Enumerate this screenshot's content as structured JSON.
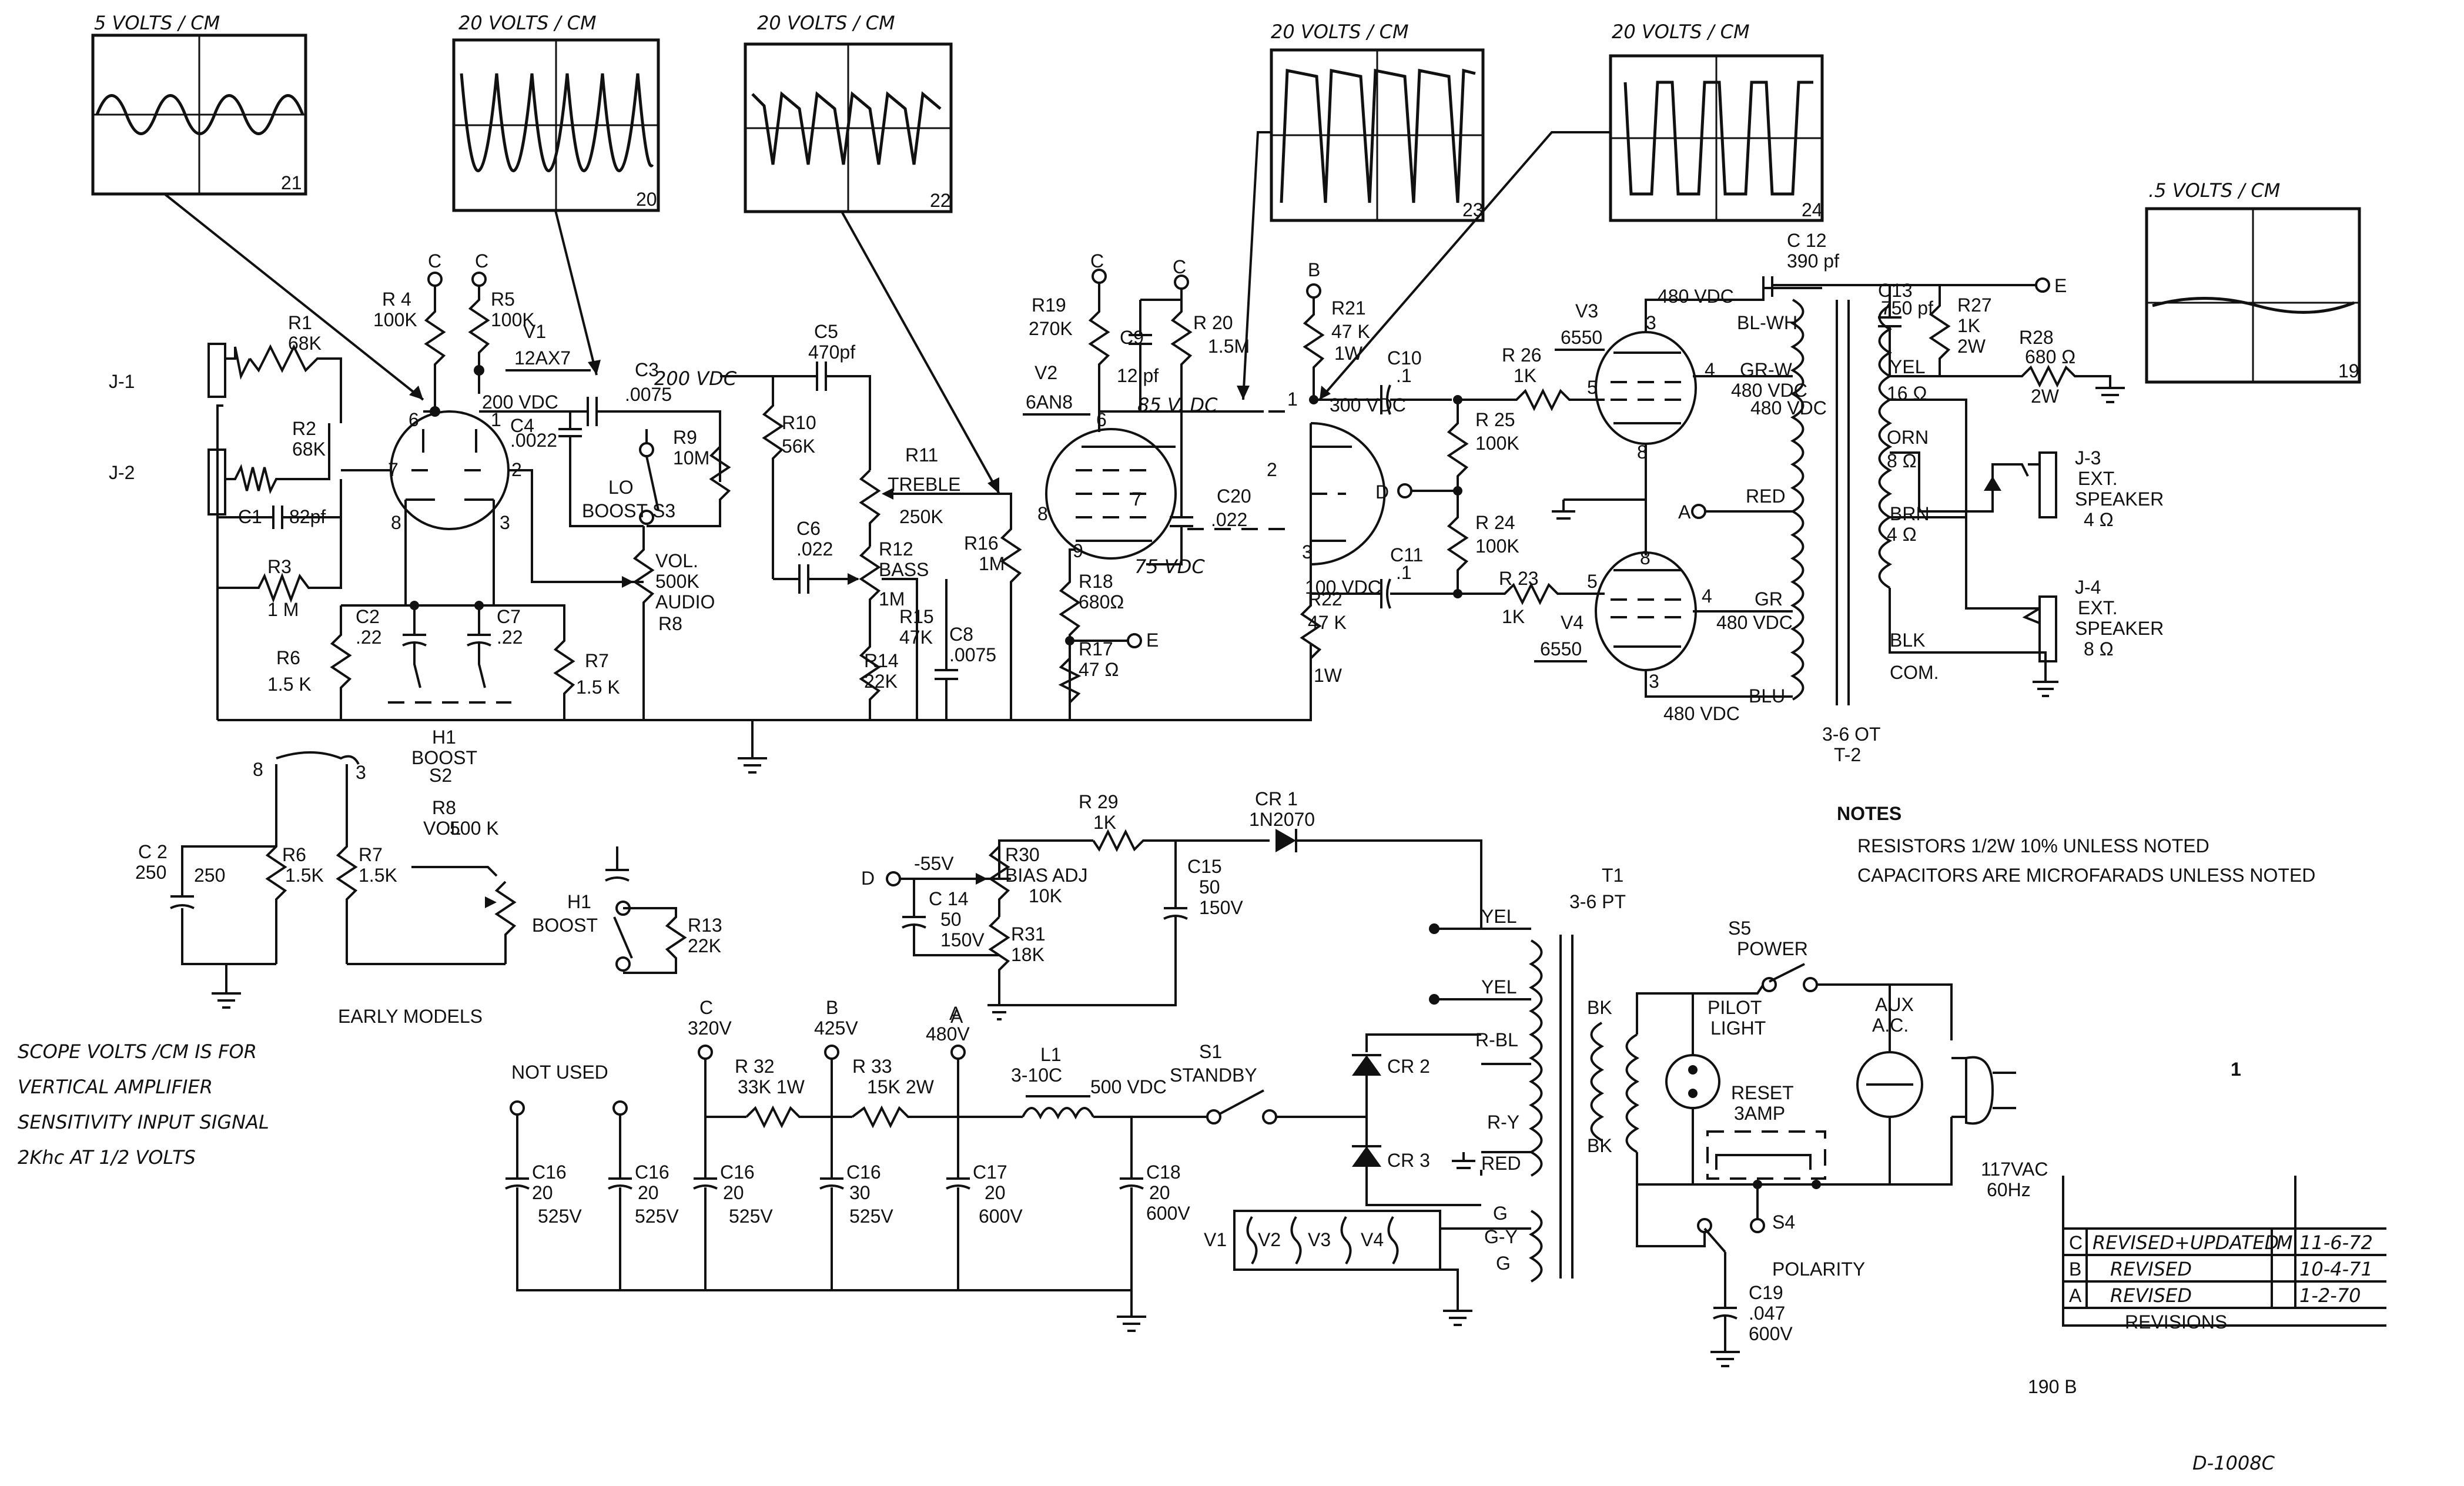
{
  "scopes": [
    {
      "id": "scope21",
      "label": "5 VOLTS / CM",
      "num": "21"
    },
    {
      "id": "scope20",
      "label": "20 VOLTS / CM",
      "num": "20"
    },
    {
      "id": "scope22",
      "label": "20 VOLTS / CM",
      "num": "22"
    },
    {
      "id": "scope23",
      "label": "20 VOLTS / CM",
      "num": "23"
    },
    {
      "id": "scope24",
      "label": "20 VOLTS / CM",
      "num": "24"
    },
    {
      "id": "scope19",
      "label": ".5 VOLTS / CM",
      "num": "19"
    }
  ],
  "preamp": {
    "j1": "J-1",
    "j2": "J-2",
    "r1": "R1",
    "r1v": "68K",
    "r2": "R2",
    "r2v": "68K",
    "c1": "C1",
    "c1v": "82pf",
    "r3": "R3",
    "r3v": "1 M",
    "r4": "R 4",
    "r4v": "100K",
    "r5": "R5",
    "r5v": "100K",
    "c_top1": "C",
    "c_top2": "C",
    "v1": "V1",
    "v1type": "12AX7",
    "pin6": "6",
    "pin1": "1",
    "pin7": "7",
    "pin2": "2",
    "pin8": "8",
    "pin3": "3",
    "c3": "C3",
    "c3v": ".0075",
    "c4": "C4",
    "c4v": ".0022",
    "v200a": "200 VDC",
    "v200b": "200 VDC",
    "r9": "R9",
    "r9v": "10M",
    "lo": "LO",
    "boost": "BOOST",
    "s3": "S3",
    "vol": "VOL.",
    "volv": "500K",
    "audio": "AUDIO",
    "r8": "R8",
    "c2": "C2",
    "c2v": ".22",
    "c7": "C7",
    "c7v": ".22",
    "r6": "R6",
    "r6v": "1.5 K",
    "r7": "R7",
    "r7v": "1.5 K",
    "h1": "H1",
    "h1boost": "BOOST",
    "s2": "S2"
  },
  "tone": {
    "c5": "C5",
    "c5v": "470pf",
    "r10": "R10",
    "r10v": "56K",
    "r11": "R11",
    "treble": "TREBLE",
    "r11v": "250K",
    "c6": "C6",
    "c6v": ".022",
    "r12": "R12",
    "bass": "BASS",
    "r12v": "1M",
    "r15": "R15",
    "r15v": "47K",
    "r14": "R14",
    "r14v": "22K",
    "c8": "C8",
    "c8v": ".0075",
    "r16": "R16",
    "r16v": "1M"
  },
  "driver": {
    "v2": "V2",
    "v2type": "6AN8",
    "c_a": "C",
    "c_b": "C",
    "b": "B",
    "r19": "R19",
    "r19v": "270K",
    "c9": "C9",
    "c9v": "12 pf",
    "r20": "R 20",
    "r20v": "1.5M",
    "v85": "85 V. DC",
    "v75": "75 VDC",
    "c20": "C20",
    "c20v": ".022",
    "pin6": "6",
    "pin7": "7",
    "pin8": "8",
    "pin9": "9",
    "pin2": "2",
    "pin1": "1",
    "pin3": "3",
    "r18": "R18",
    "r18v": "680Ω",
    "r17": "R17",
    "r17v": "47 Ω",
    "e": "E",
    "r21": "R21",
    "r21v": "47 K",
    "r21w": "1W",
    "v300": "300 VDC",
    "r22": "R22",
    "r22v": "47 K",
    "r22w": "1W",
    "v100": "100 VDC",
    "c10": "C10",
    "c10v": ".1",
    "c11": "C11",
    "c11v": ".1",
    "d": "D",
    "r25": "R 25",
    "r25v": "100K",
    "r24": "R 24",
    "r24v": "100K"
  },
  "output": {
    "v3": "V3",
    "v3type": "6550",
    "v4": "V4",
    "v4type": "6550",
    "r26": "R 26",
    "r26v": "1K",
    "r23": "R 23",
    "r23v": "1K",
    "v480a": "480 VDC",
    "v480b": "480 VDC",
    "v480c": "480 VDC",
    "v480d": "480 VDC",
    "pin3a": "3",
    "pin4a": "4",
    "pin5a": "5",
    "pin8a": "8",
    "pin3b": "3",
    "pin4b": "4",
    "pin5b": "5",
    "pin8b": "8",
    "a": "A",
    "blwh": "BL-WH",
    "grw": "GR-W",
    "red": "RED",
    "gr": "GR",
    "blu": "BLU",
    "c12": "C 12",
    "c12v": "390 pf",
    "c13": "C13",
    "c13v": "750 pf",
    "r27": "R27",
    "r27v": "1K",
    "r27w": "2W",
    "r28": "R28",
    "r28v": "680 Ω",
    "r28w": "2W",
    "yel": "YEL",
    "ohm16": "16 Ω",
    "orn": "ORN",
    "ohm8": "8 Ω",
    "brn": "BRN",
    "ohm4": "4 Ω",
    "blk": "BLK",
    "com": "COM.",
    "e": "E",
    "j3": "J-3",
    "j3a": "EXT.",
    "j3b": "SPEAKER",
    "j3c": "4 Ω",
    "j4": "J-4",
    "j4a": "EXT.",
    "j4b": "SPEAKER",
    "j4c": "8 Ω",
    "t2a": "3-6 OT",
    "t2b": "T-2"
  },
  "early": {
    "pin8": "8",
    "pin3": "3",
    "c2": "C 2",
    "c2v": "250",
    "r6": "R6",
    "r6v": "1.5K",
    "r7": "R7",
    "r7v": "1.5K",
    "r8": "R8",
    "vol": "VOL",
    "r8v": "500 K",
    "h1": "H1",
    "boost": "BOOST",
    "r13": "R13",
    "r13v": "22K",
    "caption": "EARLY MODELS"
  },
  "bias": {
    "d": "D",
    "neg55": "-55V",
    "c14": "C 14",
    "c14v": "50",
    "c14w": "150V",
    "r30": "R30",
    "r30a": "BIAS ADJ",
    "r30v": "10K",
    "r31": "R31",
    "r31v": "18K",
    "a": "A",
    "r29": "R 29",
    "r29v": "1K",
    "c15": "C15",
    "c15v": "50",
    "c15w": "150V",
    "cr1": "CR 1",
    "cr1v": "1N2070"
  },
  "supply": {
    "notused": "NOT USED",
    "c": "C",
    "cv": "320V",
    "b": "B",
    "bv": "425V",
    "a": "A",
    "av": "480V",
    "r32": "R 32",
    "r32v": "33K 1W",
    "r33": "R 33",
    "r33v": "15K 2W",
    "l1": "L1",
    "l1v": "3-10C",
    "v500": "500 VDC",
    "s1": "S1",
    "standby": "STANDBY",
    "c16a": "C16",
    "c16av": "20",
    "c16aw": "525V",
    "c16b": "C16",
    "c16bv": "20",
    "c16bw": "525V",
    "c16c": "C16",
    "c16cv": "20",
    "c16cw": "525V",
    "c16d": "C16",
    "c16dv": "30",
    "c16dw": "525V",
    "c17": "C17",
    "c17v": "20",
    "c17w": "600V",
    "c18": "C18",
    "c18v": "20",
    "c18w": "600V",
    "cr2": "CR 2",
    "cr3": "CR 3",
    "v1": "V1",
    "v2": "V2",
    "v3": "V3",
    "v4": "V4"
  },
  "power": {
    "t1": "T1",
    "t1v": "3-6 PT",
    "yel1": "YEL",
    "yel2": "YEL",
    "rbl": "R-BL",
    "ry": "R-Y",
    "red": "RED",
    "g1": "G",
    "gy": "G-Y",
    "g2": "G",
    "bk1": "BK",
    "bk2": "BK",
    "s5": "S5",
    "power": "POWER",
    "pilot1": "PILOT",
    "pilot2": "LIGHT",
    "reset": "RESET",
    "amp": "3AMP",
    "aux1": "AUX",
    "aux2": "A.C.",
    "vac": "117VAC",
    "hz": "60Hz",
    "s4": "S4",
    "polarity": "POLARITY",
    "c19": "C19",
    "c19v": ".047",
    "c19w": "600V"
  },
  "notes": {
    "title": "NOTES",
    "line1": "RESISTORS  1/2W  10%  UNLESS NOTED",
    "line2": "CAPACITORS ARE MICROFARADS UNLESS NOTED"
  },
  "scope_note": [
    "SCOPE VOLTS /CM IS FOR",
    "VERTICAL AMPLIFIER",
    "SENSITIVITY INPUT SIGNAL",
    "2Khc AT 1/2 VOLTS"
  ],
  "revisions": {
    "rows": [
      {
        "letter": "C",
        "text": "REVISED+UPDATED",
        "by": "M",
        "date": "11-6-72"
      },
      {
        "letter": "B",
        "text": "REVISED",
        "by": "",
        "date": "10-4-71"
      },
      {
        "letter": "A",
        "text": "REVISED",
        "by": "",
        "date": "1-2-70"
      }
    ],
    "title": "REVISIONS"
  },
  "sheet": "1",
  "model": "190 B",
  "drawing": "D-1008C"
}
